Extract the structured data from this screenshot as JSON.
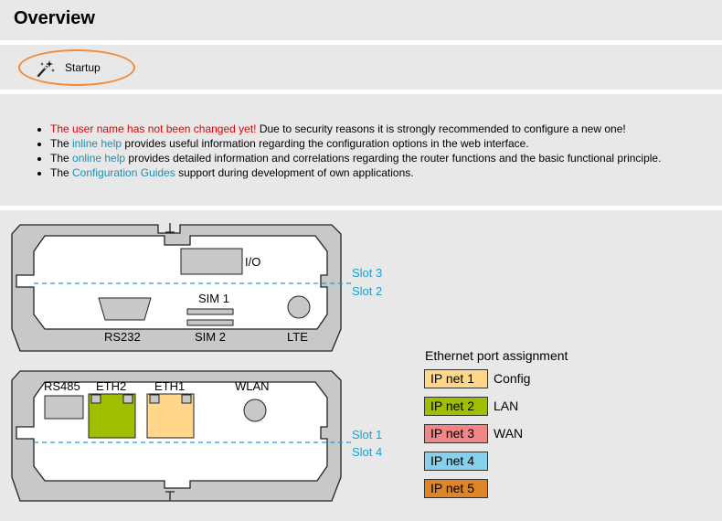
{
  "page_title": "Overview",
  "startup_button": {
    "label": "Startup",
    "icon": "magic-wand-icon"
  },
  "notes": [
    {
      "parts": [
        {
          "text": "The user name has not been changed yet!",
          "kind": "warn"
        },
        {
          "text": " Due to security reasons it is strongly recommended to configure a new one!",
          "kind": "text"
        }
      ]
    },
    {
      "parts": [
        {
          "text": "The ",
          "kind": "text"
        },
        {
          "text": "inline help",
          "kind": "link"
        },
        {
          "text": " provides useful information regarding the configuration options in the web interface.",
          "kind": "text"
        }
      ]
    },
    {
      "parts": [
        {
          "text": "The ",
          "kind": "text"
        },
        {
          "text": "online help",
          "kind": "link"
        },
        {
          "text": " provides detailed information and correlations regarding the router functions and the basic functional principle.",
          "kind": "text"
        }
      ]
    },
    {
      "parts": [
        {
          "text": "The ",
          "kind": "text"
        },
        {
          "text": "Configuration Guides",
          "kind": "link"
        },
        {
          "text": " support during development of own applications.",
          "kind": "text"
        }
      ]
    }
  ],
  "device": {
    "top_panel": {
      "io": "I/O",
      "sim1": "SIM 1",
      "sim2": "SIM 2",
      "rs232": "RS232",
      "lte": "LTE",
      "slot_upper": "Slot 3",
      "slot_lower": "Slot 2"
    },
    "bottom_panel": {
      "rs485": "RS485",
      "eth2": "ETH2",
      "eth1": "ETH1",
      "wlan": "WLAN",
      "slot_upper": "Slot 1",
      "slot_lower": "Slot 4",
      "eth2_color": "#9dbf00",
      "eth1_color": "#ffd68a"
    }
  },
  "legend": {
    "title": "Ethernet port assignment",
    "items": [
      {
        "net": "IP net 1",
        "role": "Config",
        "color": "#ffd68a"
      },
      {
        "net": "IP net 2",
        "role": "LAN",
        "color": "#9dbf00"
      },
      {
        "net": "IP net 3",
        "role": "WAN",
        "color": "#f28585"
      },
      {
        "net": "IP net 4",
        "role": "",
        "color": "#86d0ec"
      },
      {
        "net": "IP net 5",
        "role": "",
        "color": "#de8527"
      }
    ]
  },
  "colors": {
    "link": "#1a8fb5",
    "warn": "#e10000",
    "slot_line": "#1a9fd1",
    "highlight": "#f28a3b"
  }
}
